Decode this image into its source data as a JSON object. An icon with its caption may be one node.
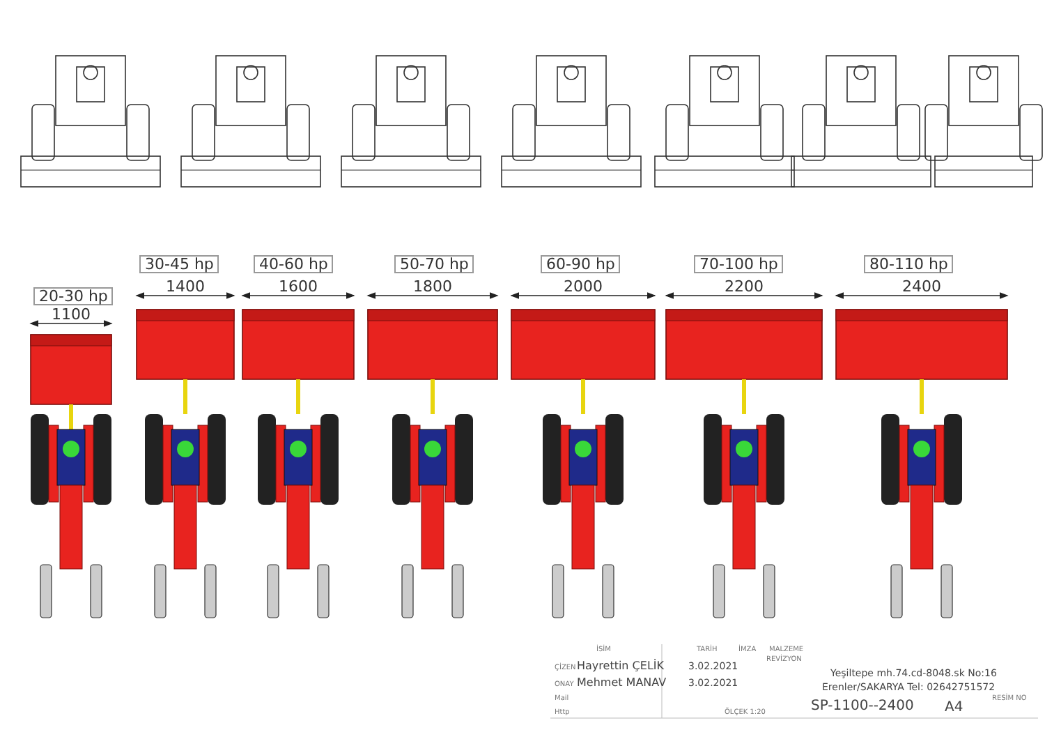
{
  "diagram": {
    "labels": [
      "20-30 hp",
      "1100",
      "30-45 hp",
      "1400",
      "40-60 hp",
      "1600",
      "50-70 hp",
      "1800",
      "60-90 hp",
      "2000",
      "70-100 hp",
      "2200",
      "80-110 hp",
      "2400",
      "İSİM",
      "TARİH",
      "İMZA",
      "MALZEME",
      "ÇİZEN",
      "Hayrettin ÇELİK",
      "3.02.2021",
      "REVİZYON",
      "ONAY",
      "Mehmet MANAV",
      "3.02.2021",
      "Mail",
      "Http",
      "ÖLÇEK 1:20",
      "Yeşiltepe mh.74.cd-8048.sk No:16",
      "Erenler/SAKARYA Tel: 02642751572",
      "SP-1100--2400",
      "A4",
      "RESİM NO"
    ]
  }
}
